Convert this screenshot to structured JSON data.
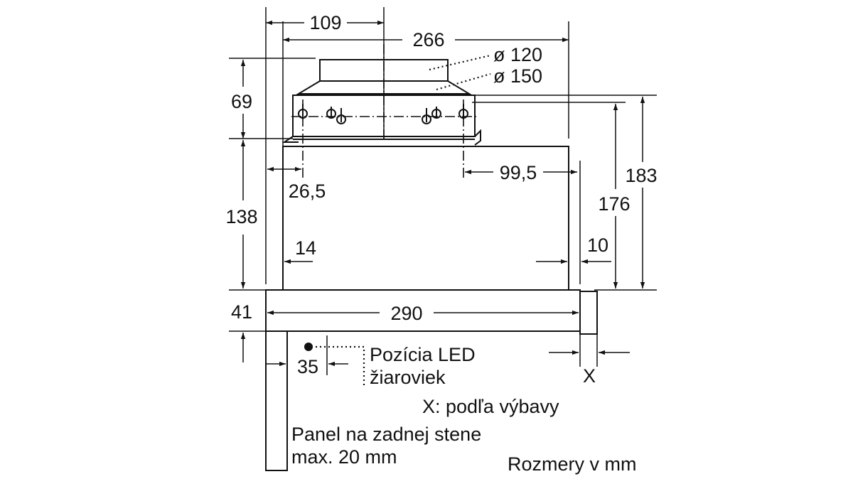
{
  "dimensions": {
    "d109": "109",
    "d266": "266",
    "d120": "ø 120",
    "d150": "ø 150",
    "d69": "69",
    "d138": "138",
    "d41": "41",
    "d26_5": "26,5",
    "d99_5": "99,5",
    "d183": "183",
    "d176": "176",
    "d14": "14",
    "d10": "10",
    "d290": "290",
    "d35": "35",
    "dx": "X"
  },
  "labels": {
    "led_line1": "Pozícia LED",
    "led_line2": "žiaroviek",
    "x_note": "X: podľa výbavy",
    "panel_line1": "Panel na zadnej stene",
    "panel_line2": "max. 20 mm",
    "units": "Rozmery v mm"
  }
}
